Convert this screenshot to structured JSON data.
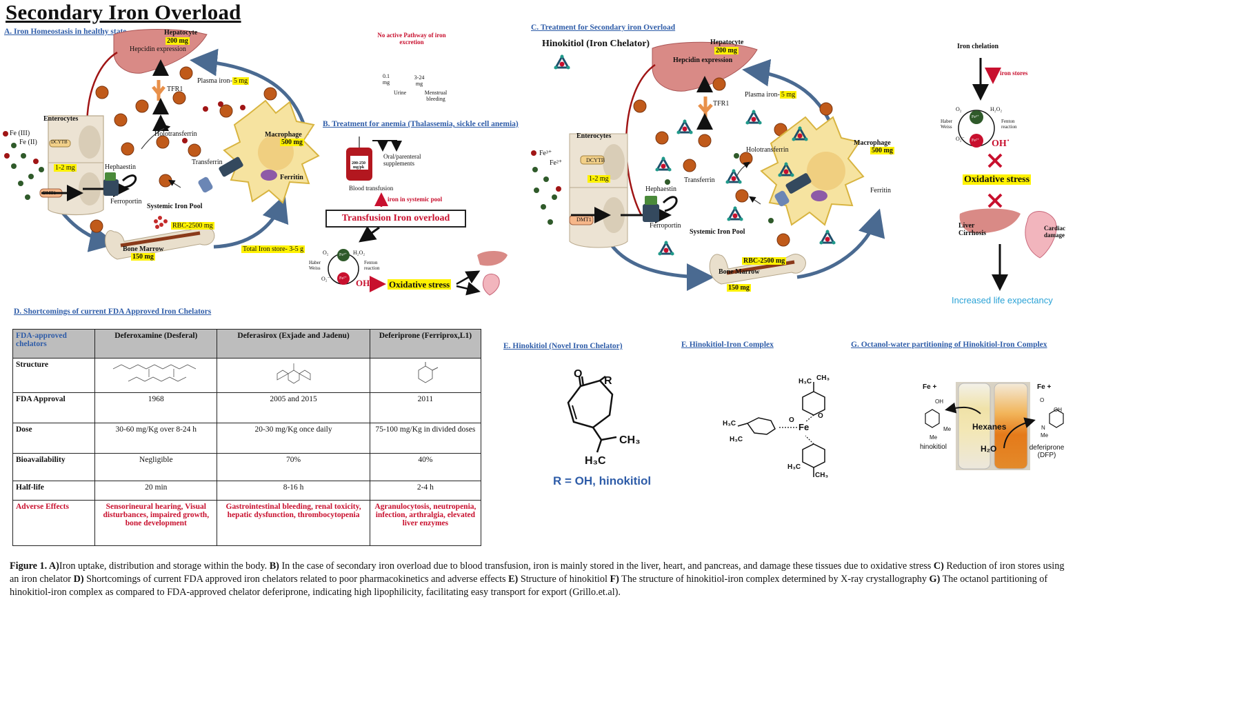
{
  "title": "Secondary Iron Overload",
  "panelA": {
    "heading": "A. Iron Homeostasis in healthy state",
    "hepatocyte": "Hepatocyte",
    "hepatocyte_mg": "200 mg",
    "hepcidin": "Hepcidin expression",
    "plasma": "Plasma iron-",
    "plasma_mg": "5 mg",
    "tfr1": "TFR1",
    "enterocytes": "Enterocytes",
    "fe3": "Fe (III)",
    "fe2": "Fe (II)",
    "dcytb": "DCYTB",
    "absorb_mg": "1-2 mg",
    "dmt1": "DMT1",
    "hephaestin": "Hephaestin",
    "ferroportin": "Ferroportin",
    "holotransferrin": "Holotransferrin",
    "transferrin": "Transferrin",
    "systemic_pool": "Systemic Iron Pool",
    "macrophage": "Macrophage",
    "macrophage_mg": "500 mg",
    "ferritin": "Ferritin",
    "rbc": "RBC-2500 mg",
    "bone_marrow": "Bone Marrow",
    "bone_marrow_mg": "150 mg",
    "total_store": "Total Iron store- 3-5 g",
    "no_excretion": "No active Pathway of iron excretion",
    "urine_amt": "0.1 mg",
    "urine": "Urine",
    "mens_amt": "3-24 mg",
    "mens": "Menstrual bleeding"
  },
  "panelB": {
    "heading": "B. Treatment for anemia (Thalassemia, sickle cell anemia)",
    "bag_label": "200-250 mg/pk",
    "oral": "Oral/parenteral supplements",
    "transfusion": "Blood transfusion",
    "iron_systemic": "iron in systemic pool",
    "box": "Transfusion Iron overload",
    "o2": "O₂",
    "o2m": "O₂⁻",
    "h2o2": "H₂O₂",
    "haber": "Haber Weiss",
    "fenton": "Fenton reaction",
    "fe3": "Fe³⁺",
    "fe2": "Fe²⁺",
    "oh": "OH˙",
    "oxidative": "Oxidative stress"
  },
  "panelC": {
    "heading": "C. Treatment for Secondary iron Overload",
    "chelator": "Hinokitiol (Iron Chelator)",
    "hepatocyte": "Hepatocyte",
    "hepatocyte_mg": "200 mg",
    "hepcidin": "Hepcidin expression",
    "plasma": "Plasma iron-",
    "plasma_mg": "5 mg",
    "tfr1": "TFR1",
    "enterocytes": "Enterocytes",
    "fe3": "Fe³⁺",
    "fe2": "Fe²⁺",
    "dcytb": "DCYTB",
    "absorb_mg": "1-2 mg",
    "dmt1": "DMT1",
    "hephaestin": "Hephaestin",
    "ferroportin": "Ferroportin",
    "holotransferrin": "Holotransferrin",
    "transferrin": "Transferrin",
    "systemic_pool": "Systemic Iron Pool",
    "macrophage": "Macrophage",
    "macrophage_mg": "500 mg",
    "ferritin": "Ferritin",
    "rbc": "RBC-2500 mg",
    "bone_marrow": "Bone Marrow",
    "bone_marrow_mg": "150 mg",
    "chelation": "Iron chelation",
    "iron_stores": "iron stores",
    "o2": "O₂",
    "o2m": "O₂⁻",
    "h2o2": "H₂O₂",
    "haber": "Haber Weiss",
    "fenton": "Fenton reaction",
    "oh": "OH˙",
    "oxidative": "Oxidative stress",
    "liver": "Liver Cirrhosis",
    "cardiac": "Cardiac damage",
    "life": "Increased life expectancy"
  },
  "panelD": {
    "heading": "D. Shortcomings of current FDA Approved Iron Chelators",
    "headers": [
      "FDA-approved chelators",
      "Deferoxamine (Desferal)",
      "Deferasirox (Exjade and Jadenu)",
      "Deferiprone (Ferriprox,L1)"
    ],
    "rows": [
      {
        "label": "Structure",
        "cells": [
          "",
          "",
          ""
        ]
      },
      {
        "label": "FDA Approval",
        "cells": [
          "1968",
          "2005 and 2015",
          "2011"
        ]
      },
      {
        "label": "Dose",
        "cells": [
          "30-60 mg/Kg over 8-24 h",
          "20-30 mg/Kg once daily",
          "75-100 mg/Kg in  divided doses"
        ]
      },
      {
        "label": "Bioavailability",
        "cells": [
          "Negligible",
          "70%",
          "40%"
        ]
      },
      {
        "label": "Half-life",
        "cells": [
          "20 min",
          "8-16 h",
          "2-4 h"
        ]
      },
      {
        "label": "Adverse Effects",
        "cells": [
          "Sensorineural hearing, Visual disturbances, impaired growth, bone development",
          "Gastrointestinal bleeding, renal toxicity, hepatic dysfunction, thrombocytopenia",
          "Agranulocytosis, neutropenia, infection, arthralgia, elevated liver enzymes"
        ]
      }
    ]
  },
  "panelE": {
    "heading": "E. Hinokitiol (Novel Iron Chelator)",
    "o": "O",
    "r": "R",
    "ch3": "CH₃",
    "h3c": "H₃C",
    "caption": "R = OH, hinokitiol"
  },
  "panelF": {
    "heading": "F. Hinokitiol-Iron Complex",
    "fe": "Fe",
    "h3c": "H₃C",
    "ch3": "CH₃",
    "o": "O"
  },
  "panelG": {
    "heading": "G. Octanol-water partitioning of Hinokitiol-Iron Complex",
    "fe_left": "Fe +",
    "fe_right": "Fe +",
    "hexanes": "Hexanes",
    "h2o": "H₂O",
    "hinokitiol": "hinokitiol",
    "deferiprone": "deferiprone (DFP)",
    "me": "Me",
    "oh": "OH",
    "o": "O",
    "n": "N"
  },
  "caption": {
    "lead": "Figure 1. ",
    "a_tag": "A)",
    "a": "Iron uptake, distribution and storage within the body. ",
    "b_tag": "B)",
    "b": " In the case of secondary iron overload due to blood transfusion, iron is mainly stored in the liver, heart, and pancreas, and damage these tissues due to oxidative stress ",
    "c_tag": "C)",
    "c": " Reduction of iron stores using an iron chelator ",
    "d_tag": "D)",
    "d": " Shortcomings of current FDA approved iron chelators related to poor pharmacokinetics and adverse effects ",
    "e_tag": "E)",
    "e": " Structure of hinokitiol ",
    "f_tag": "F)",
    "f": " The structure of hinokitiol-iron complex determined by X-ray crystallography ",
    "g_tag": "G)",
    "g": " The octanol partitioning of hinokitiol-iron complex as compared to FDA-approved chelator deferiprone, indicating high lipophilicity, facilitating easy transport for export (Grillo.et.al)."
  }
}
